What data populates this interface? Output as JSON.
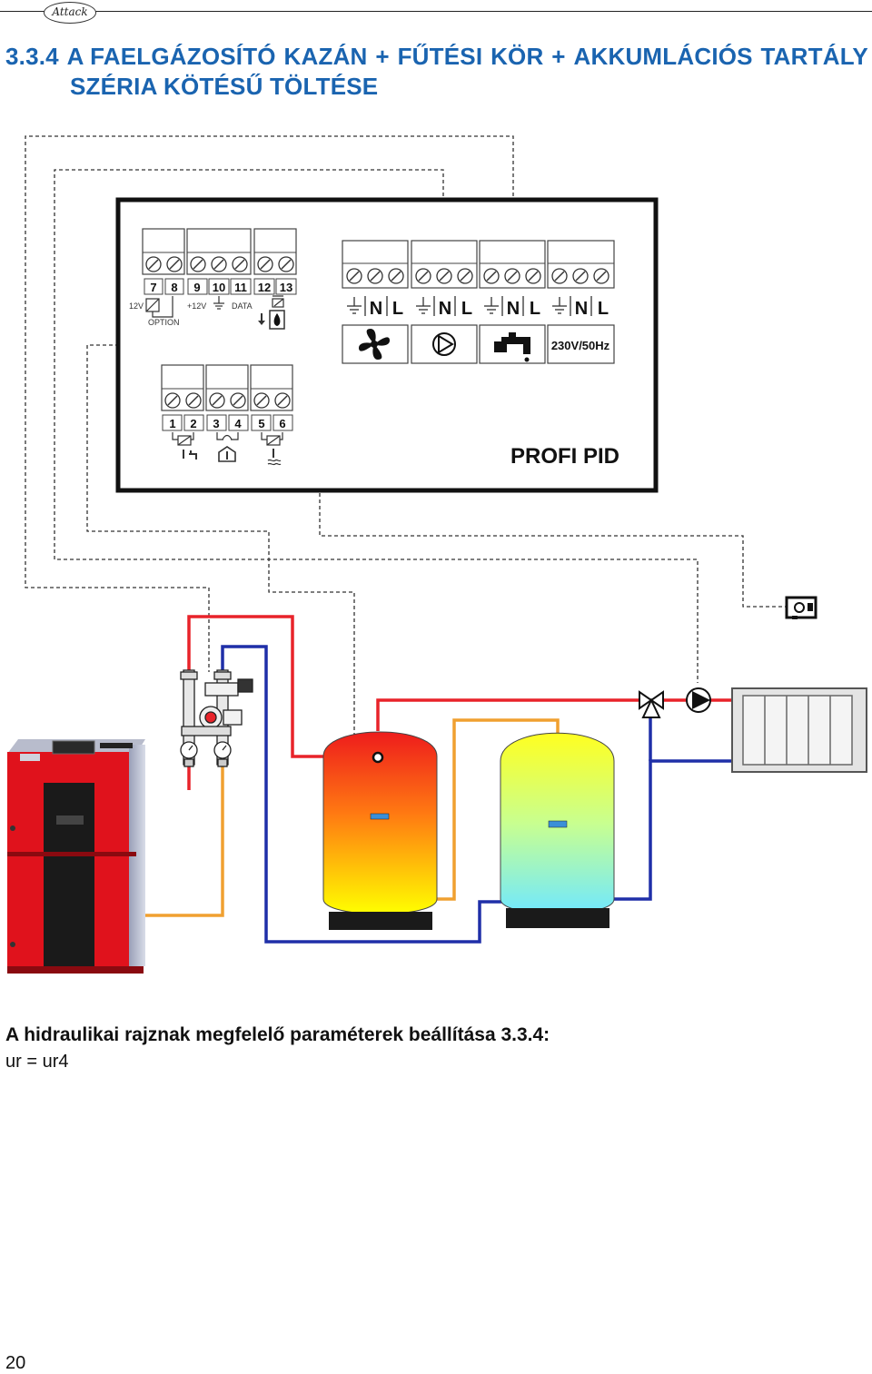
{
  "header": {
    "logo_text": "Attack"
  },
  "title": {
    "number": "3.3.4",
    "words": [
      "A FAELGÁZOSÍTÓ",
      "KAZÁN",
      "+",
      "FŰTÉSI",
      "KÖR",
      "+",
      "AKKUMLÁCIÓS",
      "TARTÁLY"
    ],
    "line2": "SZÉRIA KÖTÉSŰ TÖLTÉSE"
  },
  "controller": {
    "name": "PROFI PID",
    "top_terminals": [
      "7",
      "8",
      "9",
      "10",
      "11",
      "12",
      "13"
    ],
    "top_labels": {
      "v12": "12V",
      "option": "OPTION",
      "plus12": "+12V",
      "data": "DATA"
    },
    "bottom_terminals": [
      "1",
      "2",
      "3",
      "4",
      "5",
      "6"
    ],
    "power_labels": [
      "N",
      "L"
    ],
    "power_supply": "230V/50Hz"
  },
  "colors": {
    "hot_pipe": "#e8232a",
    "cold_pipe": "#1f2fa8",
    "warm_pipe": "#f0a030",
    "title_blue": "#1a64b0",
    "boiler_red": "#e0121c"
  },
  "icons": [
    "fan-icon",
    "pump-icon",
    "tap-icon",
    "sensor-icon",
    "thermostat-icon",
    "radiator-icon",
    "three-way-valve-icon"
  ],
  "caption": "A hidraulikai rajznak megfelelő  paraméterek beállítása 3.3.4:",
  "param": "ur = ur4",
  "page_number": "20"
}
